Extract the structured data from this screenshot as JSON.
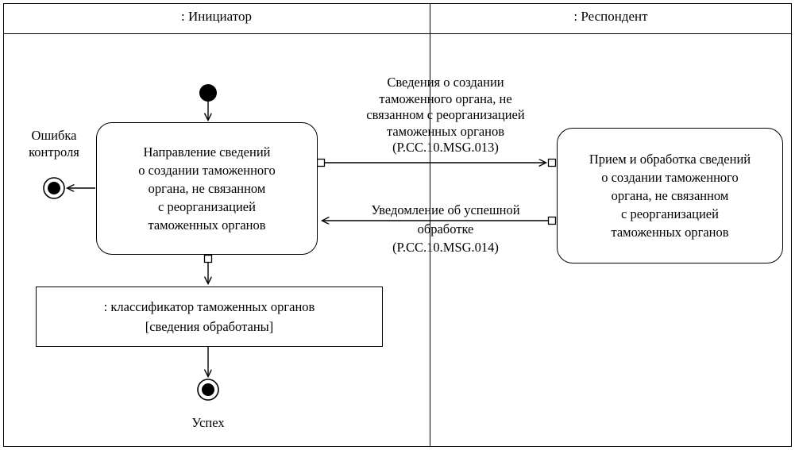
{
  "lanes": {
    "initiator": ": Инициатор",
    "respondent": ": Респондент"
  },
  "activities": {
    "initiator": "Направление сведений\nо создании таможенного\nоргана, не связанном\nс реорганизацией\nтаможенных органов",
    "respondent": "Прием и обработка сведений\nо создании таможенного\nоргана, не связанном\nс реорганизацией\nтаможенных органов"
  },
  "object_node": ": классификатор таможенных органов\n[сведения обработаны]",
  "messages": {
    "request": "Сведения о создании\nтаможенного органа, не\nсвязанном с реорганизацией\nтаможенных органов\n(P.CC.10.MSG.013)",
    "response": "Уведомление об успешной\nобработке\n(P.CC.10.MSG.014)"
  },
  "labels": {
    "error": "Ошибка\nконтроля",
    "success": "Успех"
  },
  "colors": {
    "line": "#000000",
    "background": "#ffffff"
  }
}
